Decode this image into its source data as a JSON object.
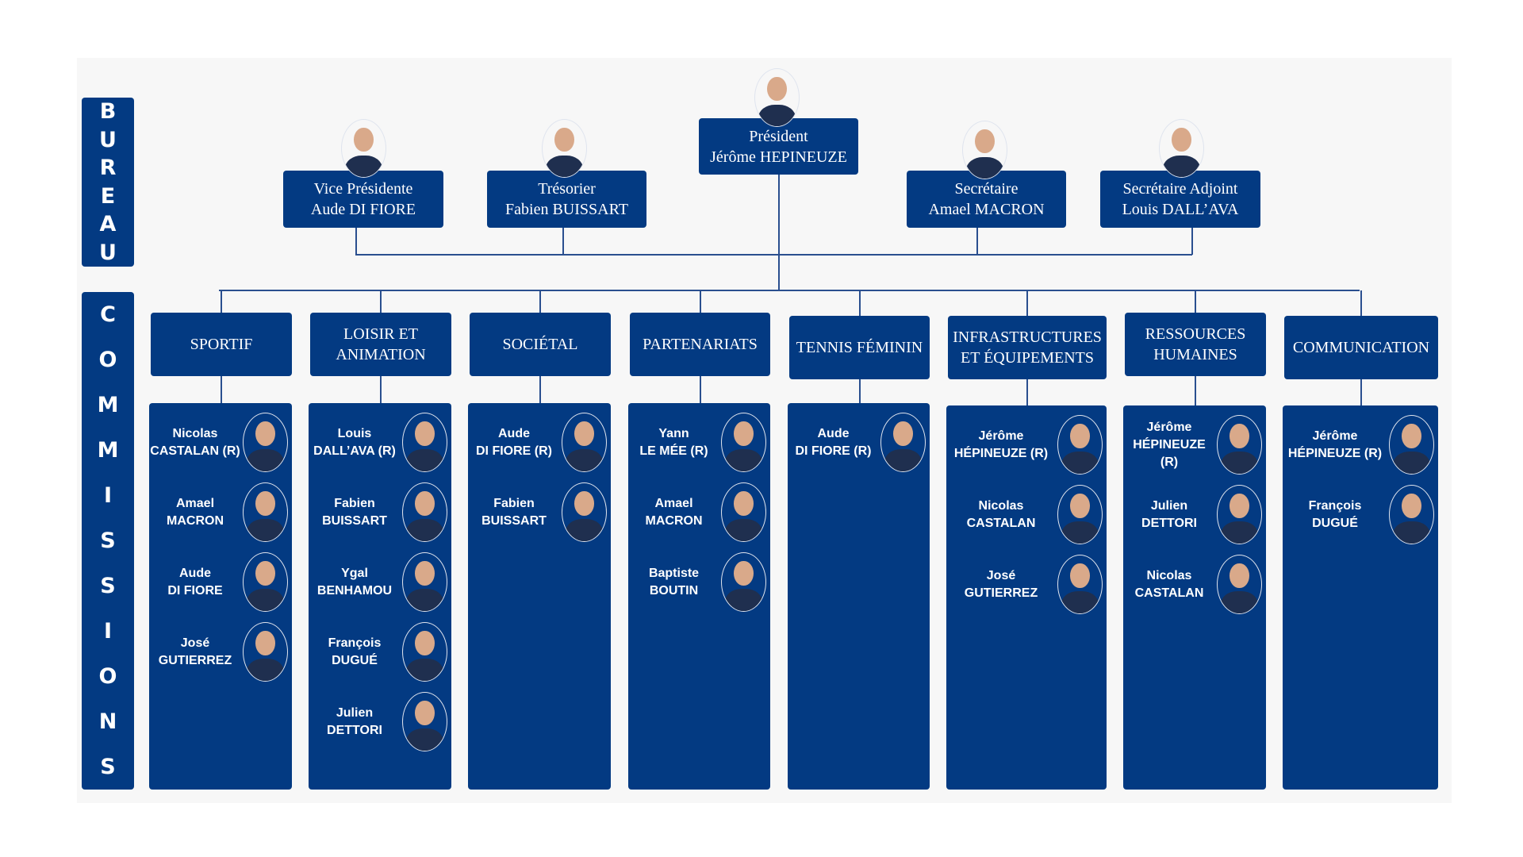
{
  "colors": {
    "navy": "#033a82",
    "background": "#f7f7f7",
    "line": "#2a4f8f"
  },
  "bureau": {
    "label": "BUREAU",
    "members": [
      {
        "role": "Vice Présidente",
        "name": "Aude DI FIORE",
        "photo": "avatar-aude"
      },
      {
        "role": "Trésorier",
        "name": "Fabien BUISSART",
        "photo": "avatar-fabien"
      },
      {
        "role": "Président",
        "name": "Jérôme HEPINEUZE",
        "photo": "avatar-jerome"
      },
      {
        "role": "Secrétaire",
        "name": "Amael MACRON",
        "photo": "avatar-amael"
      },
      {
        "role": "Secrétaire Adjoint",
        "name": "Louis DALL’AVA",
        "photo": "avatar-louis"
      }
    ]
  },
  "commissions": {
    "label": "COMMISSIONS",
    "items": [
      {
        "title": "SPORTIF",
        "members": [
          {
            "first": "Nicolas",
            "last": "CASTALAN (R)"
          },
          {
            "first": "Amael",
            "last": "MACRON"
          },
          {
            "first": "Aude",
            "last": "DI FIORE"
          },
          {
            "first": "José",
            "last": "GUTIERREZ"
          }
        ]
      },
      {
        "title": "LOISIR ET ANIMATION",
        "members": [
          {
            "first": "Louis",
            "last": "DALL’AVA (R)"
          },
          {
            "first": "Fabien",
            "last": "BUISSART"
          },
          {
            "first": "Ygal",
            "last": "BENHAMOU"
          },
          {
            "first": "François",
            "last": "DUGUÉ"
          },
          {
            "first": "Julien",
            "last": "DETTORI"
          }
        ]
      },
      {
        "title": "SOCIÉTAL",
        "members": [
          {
            "first": "Aude",
            "last": "DI FIORE (R)"
          },
          {
            "first": "Fabien",
            "last": "BUISSART"
          }
        ]
      },
      {
        "title": "PARTENARIATS",
        "members": [
          {
            "first": "Yann",
            "last": "LE MÉE (R)"
          },
          {
            "first": "Amael",
            "last": "MACRON"
          },
          {
            "first": "Baptiste",
            "last": "BOUTIN"
          }
        ]
      },
      {
        "title": "TENNIS FÉMININ",
        "members": [
          {
            "first": "Aude",
            "last": "DI FIORE (R)"
          }
        ]
      },
      {
        "title": "INFRASTRUCTURES ET ÉQUIPEMENTS",
        "members": [
          {
            "first": "Jérôme",
            "last": "HÉPINEUZE (R)"
          },
          {
            "first": "Nicolas",
            "last": "CASTALAN"
          },
          {
            "first": "José",
            "last": "GUTIERREZ"
          }
        ]
      },
      {
        "title": "RESSOURCES HUMAINES",
        "members": [
          {
            "first": "Jérôme",
            "last": "HÉPINEUZE (R)"
          },
          {
            "first": "Julien",
            "last": "DETTORI"
          },
          {
            "first": "Nicolas",
            "last": "CASTALAN"
          }
        ]
      },
      {
        "title": "COMMUNICATION",
        "members": [
          {
            "first": "Jérôme",
            "last": "HÉPINEUZE (R)"
          },
          {
            "first": "François",
            "last": "DUGUÉ"
          }
        ]
      }
    ]
  }
}
